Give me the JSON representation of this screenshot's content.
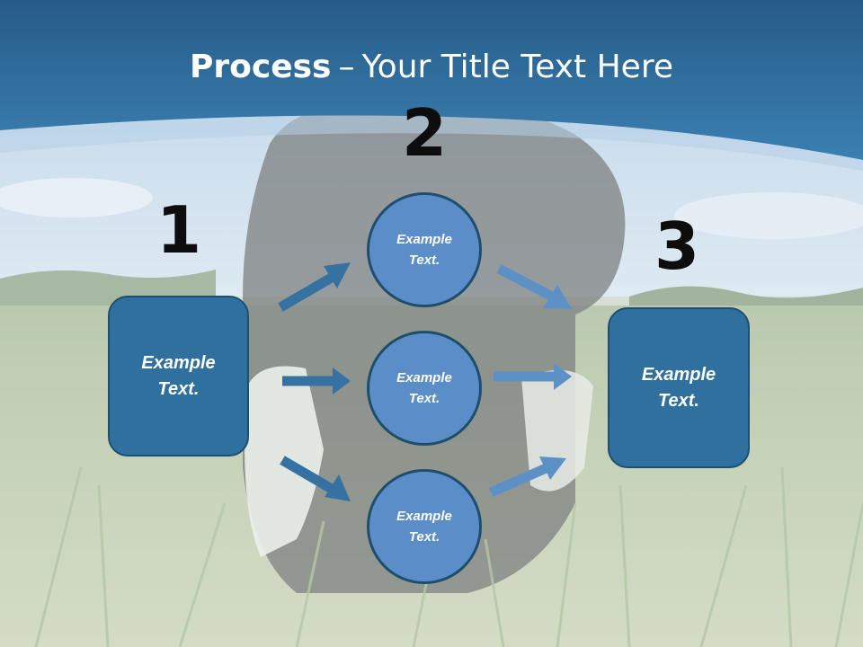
{
  "title": {
    "bold": "Process",
    "dash": "–",
    "rest": "Your Title Text Here"
  },
  "steps": {
    "one": "1",
    "two": "2",
    "three": "3"
  },
  "left_box": {
    "text": "Example Text."
  },
  "circles": [
    {
      "text": "Example Text."
    },
    {
      "text": "Example Text."
    },
    {
      "text": "Example Text."
    }
  ],
  "right_box": {
    "text": "Example Text."
  },
  "colors": {
    "header_blue": "#2f6f9f",
    "box_fill": "#30709e",
    "circle_fill": "#5b8ec8",
    "arrow_left": "#3572a2",
    "arrow_right": "#5d91c6"
  }
}
